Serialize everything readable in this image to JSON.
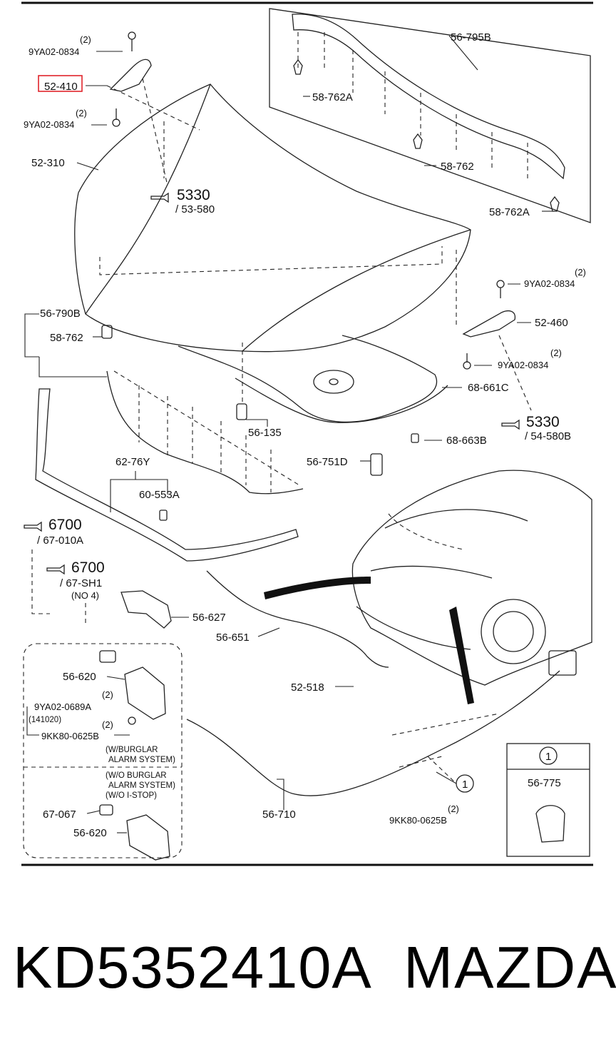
{
  "diagram": {
    "labels": {
      "qty_top": "(2)",
      "bolt_top": "9YA02-0834",
      "hinge_left": "52-410",
      "qty_top2": "(2)",
      "bolt_top2": "9YA02-0834",
      "hood": "52-310",
      "ref_5330_a": "5330",
      "ref_53580": "/ 53-580",
      "seal_rear": "56-795B",
      "clip_58762A_1": "58-762A",
      "clip_58762": "58-762",
      "clip_58762A_2": "58-762A",
      "qty_right1": "(2)",
      "bolt_right1": "9YA02-0834",
      "hinge_right": "52-460",
      "qty_right2": "(2)",
      "bolt_right2": "9YA02-0834",
      "insulator": "68-661C",
      "ref_5330_b": "5330",
      "ref_54580B": "/ 54-580B",
      "clip_68663B": "68-663B",
      "seal_front": "56-790B",
      "clip_58762_left": "58-762",
      "stopper": "56-135",
      "cushion": "56-751D",
      "grille_seal": "62-76Y",
      "clip_60553A": "60-553A",
      "ref_6700_a": "6700",
      "ref_67010A": "/ 67-010A",
      "ref_6700_b": "6700",
      "ref_67SH1": "/ 67-SH1",
      "note_no4": "(NO 4)",
      "cover": "56-627",
      "rod": "56-651",
      "release_handle": "52-518",
      "latch_1": "56-620",
      "qty_latch1": "(2)",
      "bolt_latch": "9YA02-0689A",
      "date_code": "(141020)",
      "qty_latch2": "(2)",
      "bolt_latch2": "9KK80-0625B",
      "note_burglar_1": "(W/BURGLAR",
      "note_burglar_2": "ALARM SYSTEM)",
      "note_noburglar_1": "(W/O BURGLAR",
      "note_noburglar_2": "ALARM SYSTEM)",
      "note_noburglar_3": "(W/O I-STOP)",
      "bumper": "67-067",
      "latch_2": "56-620",
      "cable": "56-710",
      "callout_1": "1",
      "qty_cable": "(2)",
      "bolt_cable": "9KK80-0625B",
      "legend_num": "1",
      "legend_part": "56-775"
    }
  },
  "footer": {
    "part_number": "KD5352410A",
    "brand": "MAZDA"
  }
}
